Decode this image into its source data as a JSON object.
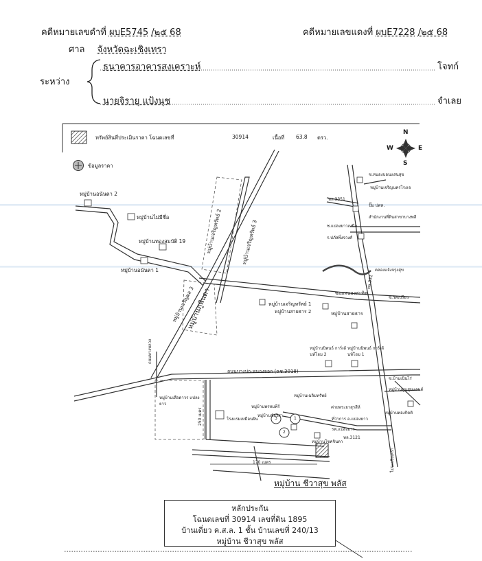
{
  "header": {
    "black_case_label": "คดีหมายเลขดำที่",
    "black_case_no": "ผบE5745",
    "black_case_year": "/๒๕ 68",
    "red_case_label": "คดีหมายเลขแดงที่",
    "red_case_no": "ผบE7228",
    "red_case_year": "/๒๕ 68",
    "court_label": "ศาล",
    "court_name": "จังหวัดฉะเชิงเทรา",
    "between_label": "ระหว่าง",
    "plaintiff": "ธนาคารอาคารสงเคราะห์",
    "plaintiff_role": "โจทก์",
    "defendant": "นายจิรายุ แป้งนุช",
    "defendant_role": "จำเลย"
  },
  "legend": {
    "property_text": "ทรัพย์สินที่ประเมินราคา โฉนดเลขที่",
    "deed_no": "30914",
    "area_label": "เนื้อที่",
    "area_value": "63.8",
    "area_unit": "ตรว.",
    "price_data": "ข้อมูลราคา"
  },
  "compass": {
    "n": "N",
    "s": "S",
    "e": "E",
    "w": "W"
  },
  "map_labels": {
    "v_anantha2": "หมู่บ้านอนันตา 2",
    "v_nameless": "หมู่บ้านไม่มีชื่อ",
    "v_thongsombat": "หมู่บ้านทองสมบัติ 19",
    "v_anantha1": "หมู่บ้านอนันตา 1",
    "v_charoensap2": "หมู่บ้านเจริญทรัพย์ 2",
    "v_charoensap3": "หมู่บ้านเจริญทรัพย์ 3",
    "v_charoenpon3": "หมู่บ้านเจริญผล 3",
    "v_phuphinda": "หมู่บ้านภูพินดา",
    "v_charoensap1": "หมู่บ้านเจริญทรัพย์ 1",
    "v_saithan2": "หมู่บ้านสายธาร 2",
    "v_saithan": "หมู่บ้านสายธาร",
    "v_niphon2": "หมู่บ้านนิพนธ์ การ์เด้นท์โฮม 2",
    "v_niphon1": "หมู่บ้านนิพนธ์ การ์เด้นท์โฮม 1",
    "soi_nongsathit": "ซอยหนองสะทิต",
    "road_main": "ถนนบางบ่อ-หนองจอก (ฉช.3018)",
    "soi_top": "ซ.หนองบอนแสนสุข",
    "v_charoenrat": "หมู่บ้านเจริญนครโรงเจ",
    "ptt": "ปั๊ม ปตท.",
    "road_3351": "ทล.3351",
    "office": "สำนักงานที่ดินสาขาบางพลี",
    "soi_paengpan": "ซ.แปลงยาวเหนือ",
    "rice_shop": "ร.ปภัสพึ่งจวงศ์",
    "canal": "คลองแจ้งจรุงสุข",
    "road_331": "ทล.331",
    "soi_wat": "ซ.วัดเปรียว",
    "soi_ban": "ซ.บ้านเนินไร่",
    "v_sukhonsanti": "หมู่บ้านพูนสุขแลนด์",
    "v_thongkitti": "หมู่บ้านทองกิตติ",
    "v_chaloeisap": "หมู่บ้านเฉลิมทรัพย์",
    "camp": "ค่ายพระยาสุรสีห์",
    "district_office": "ที่ว่าการ อ.แปลงยาว",
    "hospital": "รพ.แปลงยาว",
    "road_3121": "ทล.3121",
    "v_phrompop": "หมู่บ้านพรหมพีร์",
    "v_chaiwat": "หมู่บ้านชัยวิสา",
    "v_chokcharoen": "หมู่บ้านโชคจินดา",
    "hotel": "โรงแรมเหมือนฝัน",
    "v_suea": "หมู่บ้านเสือดาวร แปลงยาว",
    "dist_250": "250 เมตร",
    "dist_170": "170 เมตร",
    "left_road": "ถนนทางหลวง",
    "to_chachoeng": "ไปฉะเชิงเทรา",
    "subject_village": "หมู่บ้าน ชีวาสุข พลัส",
    "n1": "1",
    "n2": "2",
    "n3": "3"
  },
  "collateral": {
    "title": "หลักประกัน",
    "line1": "โฉนดเลขที่ 30914 เลขที่ดิน 1895",
    "line2": "บ้านเดี่ยว ค.ส.ล. 1 ชั้น บ้านเลขที่ 240/13",
    "line3": "หมู่บ้าน ชีวาสุข พลัส"
  }
}
